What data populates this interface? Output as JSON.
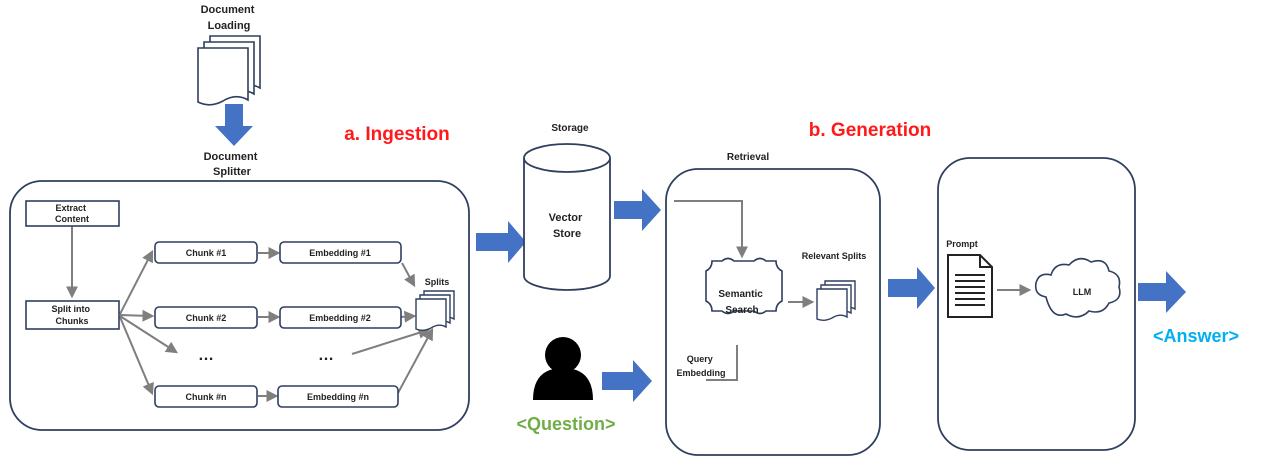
{
  "colors": {
    "arrow_blue": "#4472c4",
    "gray_arrow": "#7f7f7f",
    "box_border": "#2f3f5f",
    "heading_red": "#ff1a1a",
    "question_green": "#70ad47",
    "answer_cyan": "#00b0f0"
  },
  "document_loading": {
    "line1": "Document",
    "line2": "Loading"
  },
  "document_splitter": {
    "line1": "Document",
    "line2": "Splitter"
  },
  "ingestion": {
    "heading": "a. Ingestion",
    "extract_content": {
      "line1": "Extract",
      "line2": "Content"
    },
    "split_into_chunks": {
      "line1": "Split into",
      "line2": "Chunks"
    },
    "chunks": [
      "Chunk #1",
      "Chunk #2",
      "Chunk #n"
    ],
    "embeddings": [
      "Embedding #1",
      "Embedding #2",
      "Embedding #n"
    ],
    "ellipsis_chunk": "…",
    "ellipsis_embedding": "…",
    "splits_label": "Splits"
  },
  "storage": {
    "label": "Storage",
    "vector_store": {
      "line1": "Vector",
      "line2": "Store"
    }
  },
  "generation": {
    "heading": "b. Generation",
    "retrieval_label": "Retrieval",
    "semantic_search": {
      "line1": "Semantic",
      "line2": "Search"
    },
    "relevant_splits": "Relevant Splits",
    "query_embedding": {
      "line1": "Query",
      "line2": "Embedding"
    },
    "prompt_label": "Prompt",
    "llm_label": "LLM"
  },
  "question": "<Question>",
  "answer": "<Answer>"
}
